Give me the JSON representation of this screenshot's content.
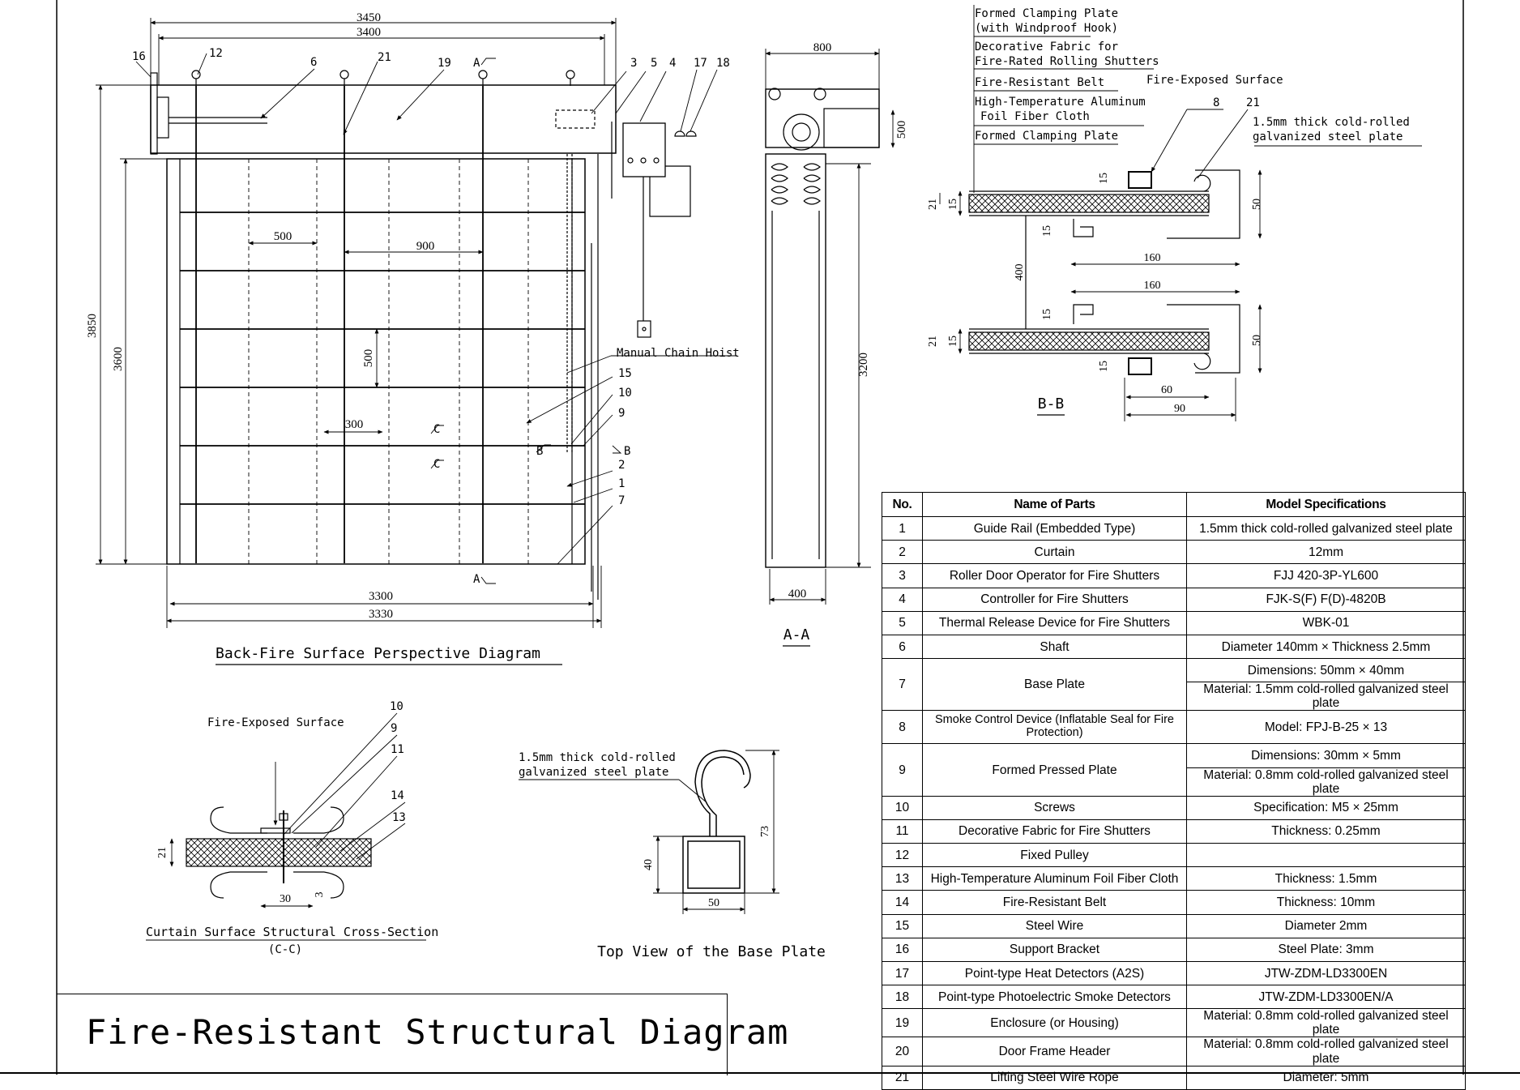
{
  "title": "Fire-Resistant Structural Diagram",
  "views": {
    "back_fire": "Back-Fire Surface Perspective Diagram",
    "aa": "A-A",
    "bb": "B-B",
    "cc_title": "Curtain Surface Structural Cross-Section",
    "cc_sub": "(C-C)",
    "base_plate": "Top View of the Base Plate"
  },
  "main_dims": {
    "d3450": "3450",
    "d3400": "3400",
    "d3850": "3850",
    "d3600": "3600",
    "d3300": "3300",
    "d3330": "3330",
    "d500a": "500",
    "d900": "900",
    "d500b": "500",
    "d300": "300"
  },
  "main_markers": {
    "a_top": "A",
    "a_bot": "A",
    "c_top": "C",
    "c_bot": "C",
    "b_left": "B",
    "b_right": "B"
  },
  "callouts": {
    "n16": "16",
    "n12": "12",
    "n6": "6",
    "n21": "21",
    "n19": "19",
    "n3": "3",
    "n5": "5",
    "n4": "4",
    "n17": "17",
    "n18": "18",
    "n15": "15",
    "n10": "10",
    "n9": "9",
    "n2": "2",
    "n1": "1",
    "n7": "7",
    "manual_chain_hoist": "Manual Chain Hoist"
  },
  "aa_dims": {
    "d800": "800",
    "d500": "500",
    "d3200": "3200",
    "d400": "400"
  },
  "layer_labels": {
    "l1a": "Formed Clamping Plate",
    "l1b": "(with Windproof Hook)",
    "l2a": "Decorative Fabric for",
    "l2b": "Fire-Rated Rolling Shutters",
    "l3": "Fire-Resistant Belt",
    "l4a": "High-Temperature Aluminum",
    "l4b": "Foil Fiber Cloth",
    "l5": "Formed Clamping Plate"
  },
  "bb": {
    "fire_exposed": "Fire-Exposed Surface",
    "n8": "8",
    "n21": "21",
    "plate_a": "1.5mm thick cold-rolled",
    "plate_b": "galvanized steel plate",
    "d21a": "21",
    "d15a": "15",
    "d15b": "15",
    "d15c": "15",
    "d50a": "50",
    "d160a": "160",
    "d400": "400",
    "d160b": "160",
    "d15d": "15",
    "d21b": "21",
    "d15e": "15",
    "d50b": "50",
    "d15f": "15",
    "d60": "60",
    "d90": "90"
  },
  "cc": {
    "fire_exposed": "Fire-Exposed Surface",
    "n10": "10",
    "n9": "9",
    "n11": "11",
    "n14": "14",
    "n13": "13",
    "d21": "21",
    "d30": "30",
    "d3": "3"
  },
  "base": {
    "plate_a": "1.5mm thick cold-rolled",
    "plate_b": "galvanized steel plate",
    "d73": "73",
    "d40": "40",
    "d50": "50"
  },
  "table": {
    "headers": [
      "No.",
      "Name of Parts",
      "Model Specifications"
    ],
    "rows": [
      {
        "no": "1",
        "name": "Guide Rail (Embedded Type)",
        "spec": "1.5mm thick cold-rolled galvanized steel plate"
      },
      {
        "no": "2",
        "name": "Curtain",
        "spec": "12mm"
      },
      {
        "no": "3",
        "name": "Roller Door Operator for Fire Shutters",
        "spec": "FJJ 420-3P-YL600"
      },
      {
        "no": "4",
        "name": "Controller for Fire Shutters",
        "spec": "FJK-S(F) F(D)-4820B"
      },
      {
        "no": "5",
        "name": "Thermal Release Device for Fire Shutters",
        "spec": "WBK-01"
      },
      {
        "no": "6",
        "name": "Shaft",
        "spec": "Diameter 140mm × Thickness 2.5mm"
      },
      {
        "no": "7",
        "name": "Base Plate",
        "spec": "Dimensions: 50mm × 40mm",
        "spec2": "Material: 1.5mm cold-rolled galvanized steel plate"
      },
      {
        "no": "8",
        "name": "Smoke Control Device (Inflatable Seal for Fire Protection)",
        "spec": "Model: FPJ-B-25 × 13"
      },
      {
        "no": "9",
        "name": "Formed Pressed Plate",
        "spec": "Dimensions: 30mm × 5mm",
        "spec2": "Material: 0.8mm cold-rolled galvanized steel plate"
      },
      {
        "no": "10",
        "name": "Screws",
        "spec": "Specification: M5 × 25mm"
      },
      {
        "no": "11",
        "name": "Decorative Fabric for Fire Shutters",
        "spec": "Thickness: 0.25mm"
      },
      {
        "no": "12",
        "name": "Fixed Pulley",
        "spec": ""
      },
      {
        "no": "13",
        "name": "High-Temperature Aluminum Foil Fiber Cloth",
        "spec": "Thickness: 1.5mm"
      },
      {
        "no": "14",
        "name": "Fire-Resistant Belt",
        "spec": "Thickness: 10mm"
      },
      {
        "no": "15",
        "name": "Steel Wire",
        "spec": "Diameter 2mm"
      },
      {
        "no": "16",
        "name": "Support Bracket",
        "spec": "Steel Plate: 3mm"
      },
      {
        "no": "17",
        "name": "Point-type Heat Detectors (A2S)",
        "spec": "JTW-ZDM-LD3300EN"
      },
      {
        "no": "18",
        "name": "Point-type Photoelectric Smoke Detectors",
        "spec": "JTW-ZDM-LD3300EN/A"
      },
      {
        "no": "19",
        "name": "Enclosure (or Housing)",
        "spec": "Material: 0.8mm cold-rolled galvanized steel plate"
      },
      {
        "no": "20",
        "name": "Door Frame Header",
        "spec": "Material: 0.8mm cold-rolled galvanized steel plate"
      },
      {
        "no": "21",
        "name": "Lifting Steel Wire Rope",
        "spec": "Diameter: 5mm"
      }
    ]
  }
}
